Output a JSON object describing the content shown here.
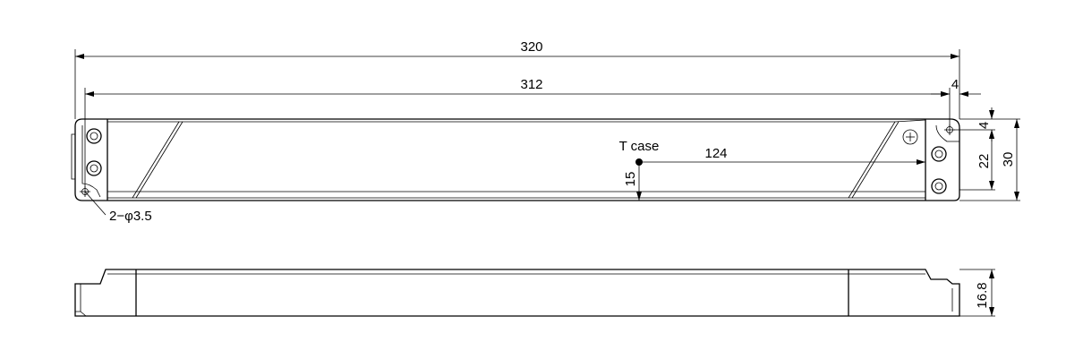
{
  "dimensions": {
    "overall_length": "320",
    "mounting_span": "312",
    "hole_edge_offset_x": "4",
    "hole_edge_offset_y": "4",
    "inner_height": "22",
    "width": "30",
    "tcase_offset_x": "124",
    "tcase_offset_y": "15",
    "height": "16.8"
  },
  "labels": {
    "tcase": "T case",
    "hole_spec": "2−φ3.5"
  }
}
